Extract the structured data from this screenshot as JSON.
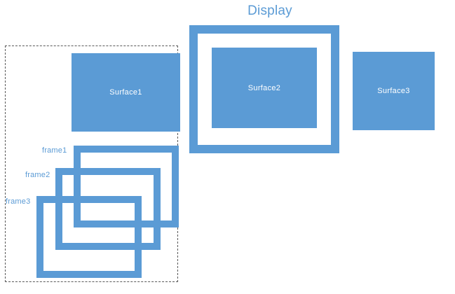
{
  "diagram": {
    "title": "Display",
    "title_color": "#5B9BD5",
    "accent_color": "#5B9BD5",
    "dashed_border_color": "#595959",
    "background_color": "#FFFFFF",
    "surfaces": [
      {
        "id": "surface1",
        "label": "Surface1"
      },
      {
        "id": "surface2",
        "label": "Surface2"
      },
      {
        "id": "surface3",
        "label": "Surface3"
      }
    ],
    "frames": [
      {
        "id": "frame1",
        "label": "frame1"
      },
      {
        "id": "frame2",
        "label": "frame2"
      },
      {
        "id": "frame3",
        "label": "frame3"
      }
    ]
  }
}
